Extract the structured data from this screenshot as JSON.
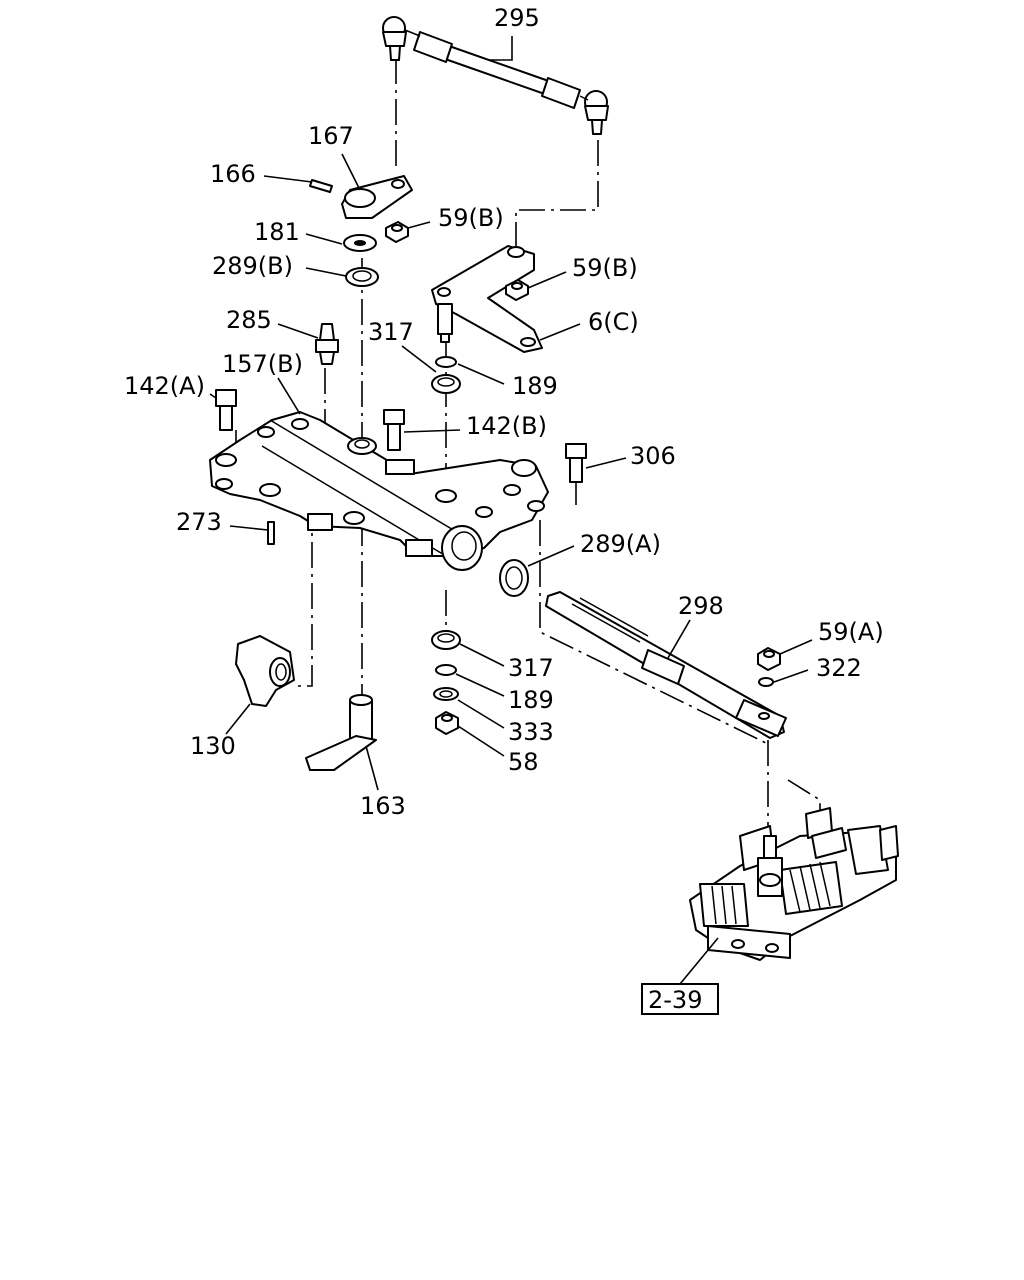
{
  "diagram": {
    "callouts": {
      "c295": "295",
      "c167": "167",
      "c166": "166",
      "c181": "181",
      "c59b_top": "59(B)",
      "c289b": "289(B)",
      "c59b_right": "59(B)",
      "c285": "285",
      "c317_top": "317",
      "c6c": "6(C)",
      "c157b": "157(B)",
      "c189_top": "189",
      "c142a": "142(A)",
      "c142b": "142(B)",
      "c306": "306",
      "c273": "273",
      "c289a": "289(A)",
      "c298": "298",
      "c59a": "59(A)",
      "c322": "322",
      "c317_bottom": "317",
      "c189_bottom": "189",
      "c333": "333",
      "c58": "58",
      "c130": "130",
      "c163": "163",
      "ref_2_39": "2-39"
    }
  }
}
